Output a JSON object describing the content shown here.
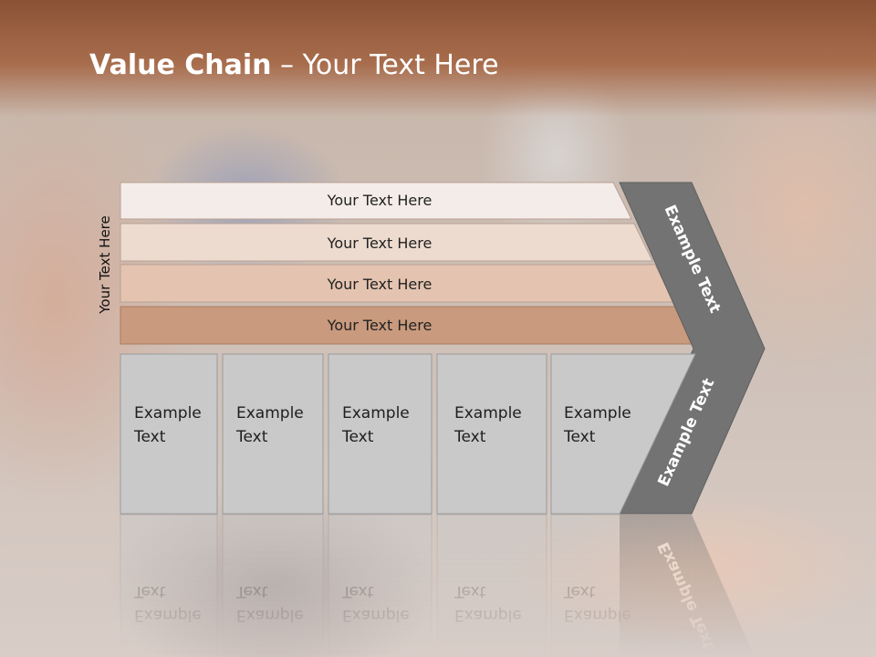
{
  "slide": {
    "title_bold": "Value Chain",
    "title_rest": " – Your Text Here",
    "side_label": "Your Text Here"
  },
  "bars": [
    {
      "label": "Your Text Here",
      "color": "#f4ece8"
    },
    {
      "label": "Your Text Here",
      "color": "#eddbcf"
    },
    {
      "label": "Your Text Here",
      "color": "#e4c4b0"
    },
    {
      "label": "Your Text Here",
      "color": "#c99a7d"
    }
  ],
  "boxes": [
    {
      "line1": "Example",
      "line2": "Text"
    },
    {
      "line1": "Example",
      "line2": "Text"
    },
    {
      "line1": "Example",
      "line2": "Text"
    },
    {
      "line1": "Example",
      "line2": "Text"
    },
    {
      "line1": "Example",
      "line2": "Text"
    }
  ],
  "chevron": {
    "upper_text": "Example Text",
    "lower_text": "Example Text",
    "color": "#737373"
  },
  "colors": {
    "box_fill": "#c9c9c9",
    "box_stroke": "#9a9a9a"
  }
}
